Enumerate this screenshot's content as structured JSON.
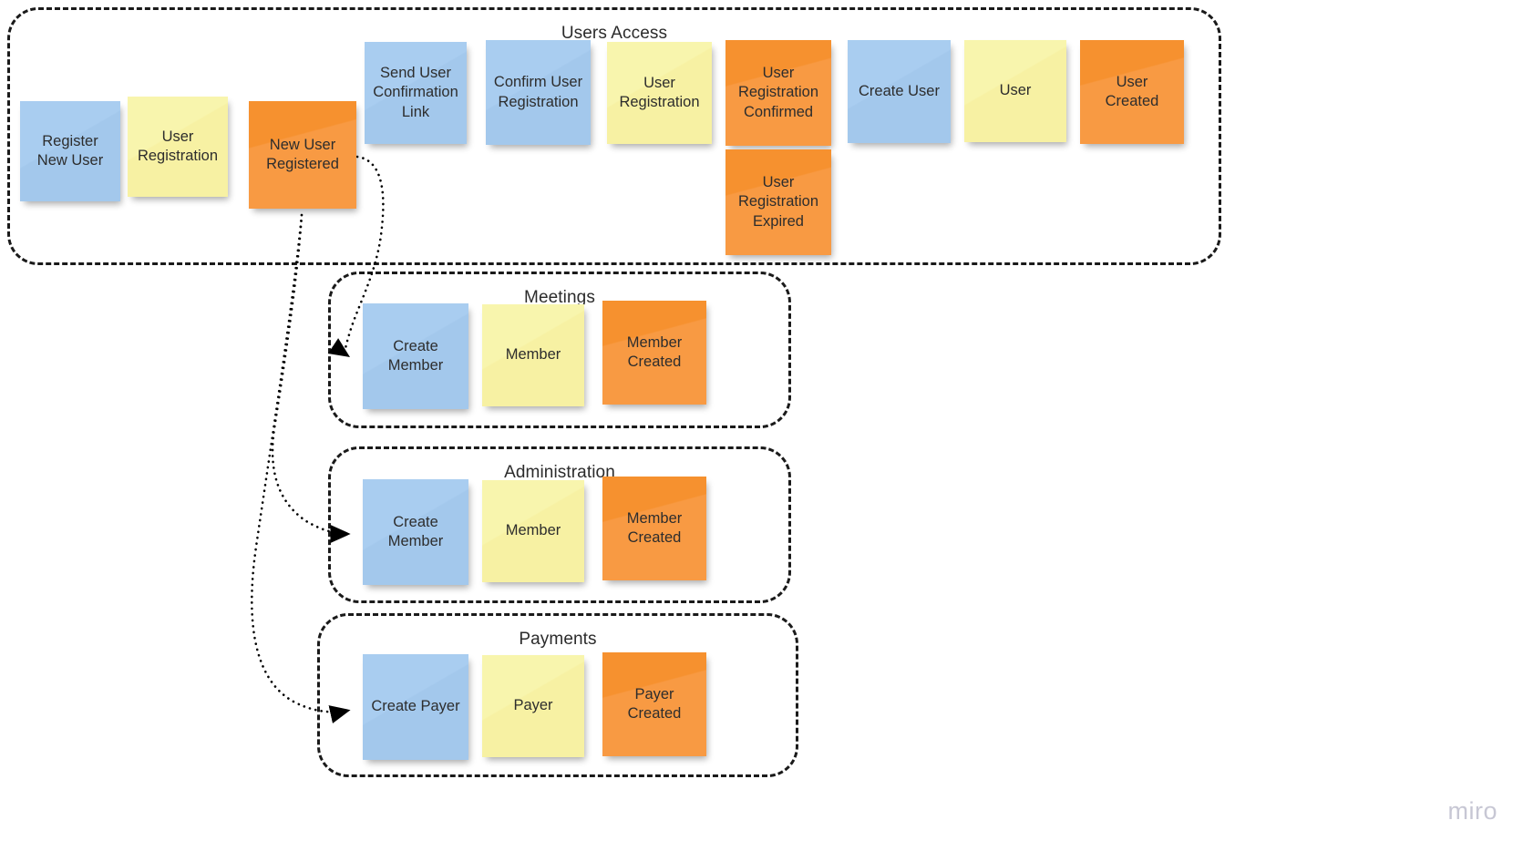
{
  "board": {
    "watermark": "miro",
    "background_color": "#ffffff"
  },
  "colors": {
    "blue": "#a6cbee",
    "yellow": "#f8f3a8",
    "orange": "#f7952f",
    "border": "#1a1a1a",
    "text": "#2d2d2d",
    "watermark": "#c7c7d4"
  },
  "groups": [
    {
      "id": "users-access",
      "title": "Users Access",
      "notes": [
        {
          "label": "Register New User",
          "type": "command",
          "color": "blue"
        },
        {
          "label": "User Registration",
          "type": "aggregate",
          "color": "yellow"
        },
        {
          "label": "New User Registered",
          "type": "event",
          "color": "orange"
        },
        {
          "label": "Send User Confirmation Link",
          "type": "command",
          "color": "blue"
        },
        {
          "label": "Confirm User Registration",
          "type": "command",
          "color": "blue"
        },
        {
          "label": "User Registration",
          "type": "aggregate",
          "color": "yellow"
        },
        {
          "label": "User Registration Confirmed",
          "type": "event",
          "color": "orange"
        },
        {
          "label": "User Registration Expired",
          "type": "event",
          "color": "orange"
        },
        {
          "label": "Create User",
          "type": "command",
          "color": "blue"
        },
        {
          "label": "User",
          "type": "aggregate",
          "color": "yellow"
        },
        {
          "label": "User Created",
          "type": "event",
          "color": "orange"
        }
      ]
    },
    {
      "id": "meetings",
      "title": "Meetings",
      "notes": [
        {
          "label": "Create Member",
          "type": "command",
          "color": "blue"
        },
        {
          "label": "Member",
          "type": "aggregate",
          "color": "yellow"
        },
        {
          "label": "Member Created",
          "type": "event",
          "color": "orange"
        }
      ]
    },
    {
      "id": "administration",
      "title": "Administration",
      "notes": [
        {
          "label": "Create Member",
          "type": "command",
          "color": "blue"
        },
        {
          "label": "Member",
          "type": "aggregate",
          "color": "yellow"
        },
        {
          "label": "Member Created",
          "type": "event",
          "color": "orange"
        }
      ]
    },
    {
      "id": "payments",
      "title": "Payments",
      "notes": [
        {
          "label": "Create Payer",
          "type": "command",
          "color": "blue"
        },
        {
          "label": "Payer",
          "type": "aggregate",
          "color": "yellow"
        },
        {
          "label": "Payer Created",
          "type": "event",
          "color": "orange"
        }
      ]
    }
  ],
  "connectors": [
    {
      "id": "new-user-registered-to-meetings-create-member",
      "from": "New User Registered",
      "to": "Create Member (Meetings)",
      "style": "dotted-arrow"
    },
    {
      "id": "new-user-registered-to-administration-create-member",
      "from": "New User Registered",
      "to": "Create Member (Administration)",
      "style": "dotted-arrow"
    },
    {
      "id": "new-user-registered-to-payments-create-payer",
      "from": "New User Registered",
      "to": "Create Payer (Payments)",
      "style": "dotted-arrow"
    }
  ]
}
